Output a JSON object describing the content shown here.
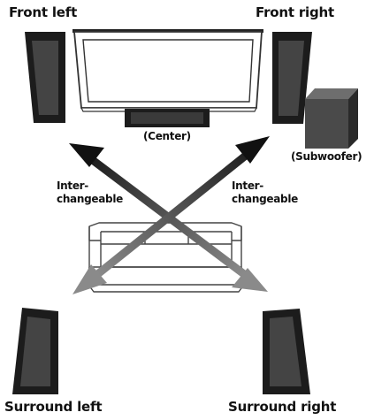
{
  "labels": {
    "front_left": "Front left",
    "front_right": "Front right",
    "center": "(Center)",
    "subwoofer": "(Subwoofer)",
    "interchangeable_left_line1": "Inter-",
    "interchangeable_left_line2": "changeable",
    "interchangeable_right_line1": "Inter-",
    "interchangeable_right_line2": "changeable",
    "surround_left": "Surround left",
    "surround_right": "Surround right"
  },
  "colors": {
    "arrow_dark": "#111111",
    "arrow_light": "#8c8c8c",
    "speaker_body": "#1c1c1c",
    "speaker_grille": "#3a3a3a",
    "line": "#444444"
  }
}
